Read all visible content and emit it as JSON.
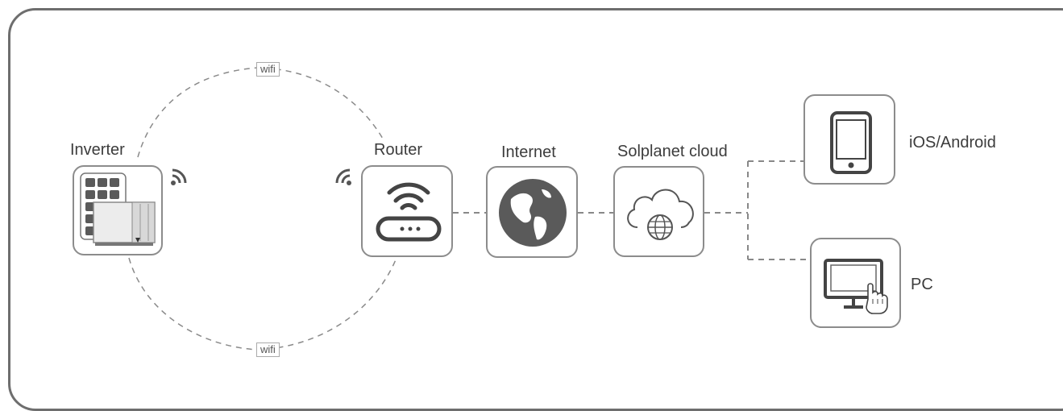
{
  "nodes": {
    "inverter": {
      "label": "Inverter"
    },
    "router": {
      "label": "Router"
    },
    "internet": {
      "label": "Internet"
    },
    "cloud": {
      "label": "Solplanet cloud"
    },
    "mobile": {
      "label": "iOS/Android"
    },
    "pc": {
      "label": "PC"
    }
  },
  "links": {
    "wifi_top": "wifi",
    "wifi_bottom": "wifi"
  },
  "colors": {
    "frame": "#6e6e6e",
    "box_border": "#8c8c8c",
    "icon_dark": "#4a4a4a",
    "connector": "#888888"
  }
}
